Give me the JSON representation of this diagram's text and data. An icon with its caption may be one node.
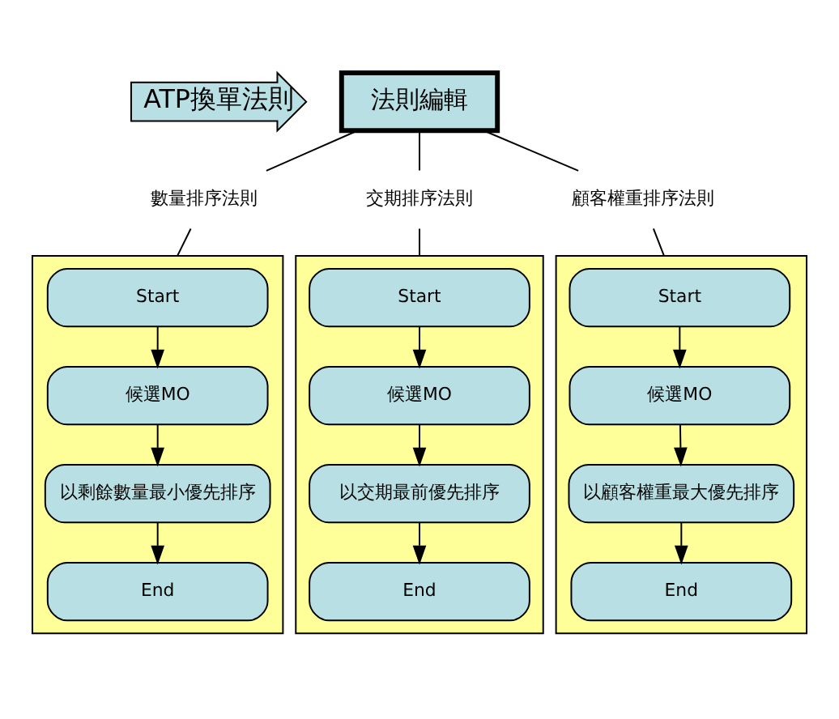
{
  "diagram": {
    "nodes": [
      {
        "text": [
          "ATP換單法則"
        ]
      },
      {
        "text": [
          "法則編輯"
        ]
      },
      {
        "text": [
          "數量排序法則"
        ]
      },
      {
        "text": [
          "交期排序法則"
        ]
      },
      {
        "text": [
          "顧客權重排序法則"
        ]
      },
      {
        "text": [],
        "shape": "note"
      },
      {
        "text": [
          "Start"
        ],
        "in": 5
      },
      {
        "text": [
          "候選MO"
        ],
        "in": 5
      },
      {
        "text": [
          "以剩餘數量最小優先排序"
        ],
        "in": 5
      },
      {
        "text": [
          "End"
        ],
        "in": 5
      },
      {
        "text": [],
        "shape": "note"
      },
      {
        "text": [
          "Start"
        ],
        "in": 10
      },
      {
        "text": [
          "候選MO"
        ],
        "in": 10
      },
      {
        "text": [
          "以交期最前優先排序"
        ],
        "in": 10
      },
      {
        "text": [
          "End"
        ],
        "in": 10
      },
      {
        "text": [],
        "shape": "note"
      },
      {
        "text": [
          "Start"
        ],
        "in": 15
      },
      {
        "text": [
          "候選MO"
        ],
        "in": 15
      },
      {
        "text": [
          "以顧客權重最大優先排序"
        ],
        "in": 15
      },
      {
        "text": [
          "End"
        ],
        "in": 15
      }
    ],
    "edges": [
      {
        "from": 1,
        "to": 2,
        "arrow": "none"
      },
      {
        "from": 1,
        "to": 3,
        "arrow": "none"
      },
      {
        "from": 1,
        "to": 4,
        "arrow": "none"
      },
      {
        "from": 2,
        "to": 5,
        "arrow": "none"
      },
      {
        "from": 3,
        "to": 10,
        "arrow": "none"
      },
      {
        "from": 4,
        "to": 15,
        "arrow": "none"
      },
      {
        "from": 6,
        "to": 7,
        "arrow": "to"
      },
      {
        "from": 7,
        "to": 8,
        "arrow": "to"
      },
      {
        "from": 8,
        "to": 9,
        "arrow": "to"
      },
      {
        "from": 11,
        "to": 12,
        "arrow": "to"
      },
      {
        "from": 12,
        "to": 13,
        "arrow": "to"
      },
      {
        "from": 13,
        "to": 14,
        "arrow": "to"
      },
      {
        "from": 16,
        "to": 17,
        "arrow": "to"
      },
      {
        "from": 17,
        "to": 18,
        "arrow": "to"
      },
      {
        "from": 18,
        "to": 19,
        "arrow": "to"
      }
    ]
  }
}
